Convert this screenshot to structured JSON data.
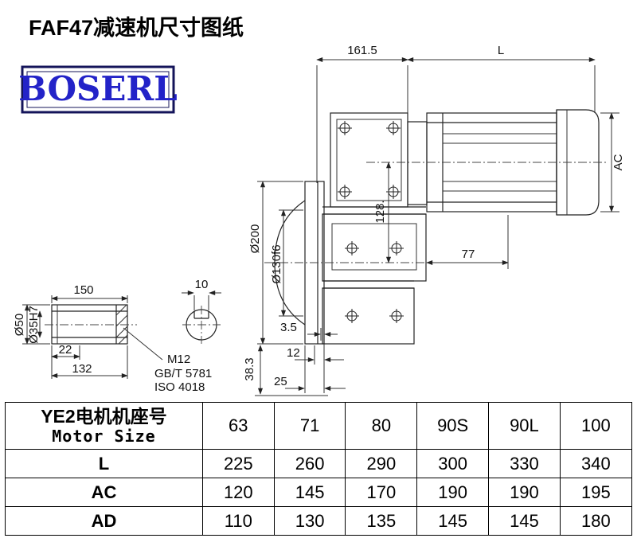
{
  "page": {
    "title": "FAF47减速机尺寸图纸",
    "brand": "BOSERL"
  },
  "dims": {
    "top_width": "161.5",
    "len_L": "L",
    "ac": "AC",
    "flange_od": "Ø200",
    "spigot": "Ø130f6",
    "axis_dist": "128.",
    "d77": "77",
    "shaft_len": "150",
    "key_w": "10",
    "shaft_od": "Ø50",
    "bore": "Ø35H7",
    "d22": "22",
    "d132": "132",
    "thread": "M12",
    "std_gb": "GB/T 5781",
    "std_iso": "ISO 4018",
    "d3_5": "3.5",
    "d12": "12",
    "d25": "25",
    "d38_3": "38.3"
  },
  "table": {
    "row_header": {
      "cn": "YE2电机机座号",
      "en": "Motor Size"
    },
    "sizes": [
      "63",
      "71",
      "80",
      "90S",
      "90L",
      "100"
    ],
    "rows": [
      {
        "label": "L",
        "values": [
          "225",
          "260",
          "290",
          "300",
          "330",
          "340"
        ]
      },
      {
        "label": "AC",
        "values": [
          "120",
          "145",
          "170",
          "190",
          "190",
          "195"
        ]
      },
      {
        "label": "AD",
        "values": [
          "110",
          "130",
          "135",
          "145",
          "145",
          "180"
        ]
      }
    ]
  }
}
